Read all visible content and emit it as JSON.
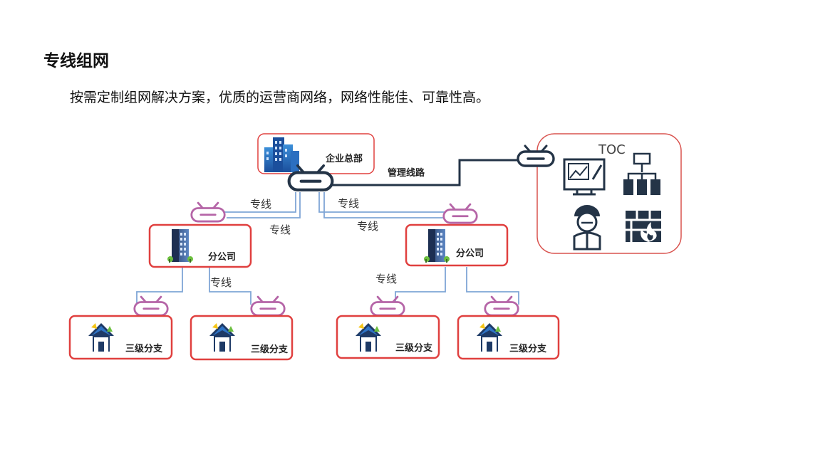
{
  "title": "专线组网",
  "description": "按需定制组网解决方案，优质的运营商网络，网络性能佳、可靠性高。",
  "diagram": {
    "hq_label": "企业总部",
    "mgmt_label": "管理线路",
    "toc_label": "TOC",
    "branch_label": "分公司",
    "sub_branch_label": "三级分支",
    "line_label": "专线",
    "colors": {
      "box_border": "#e0403f",
      "toc_border": "#d9534f",
      "router_pink": "#b565a7",
      "router_dark": "#243447",
      "line_blue": "#7fa6d6",
      "mgmt_line": "#243447"
    }
  }
}
